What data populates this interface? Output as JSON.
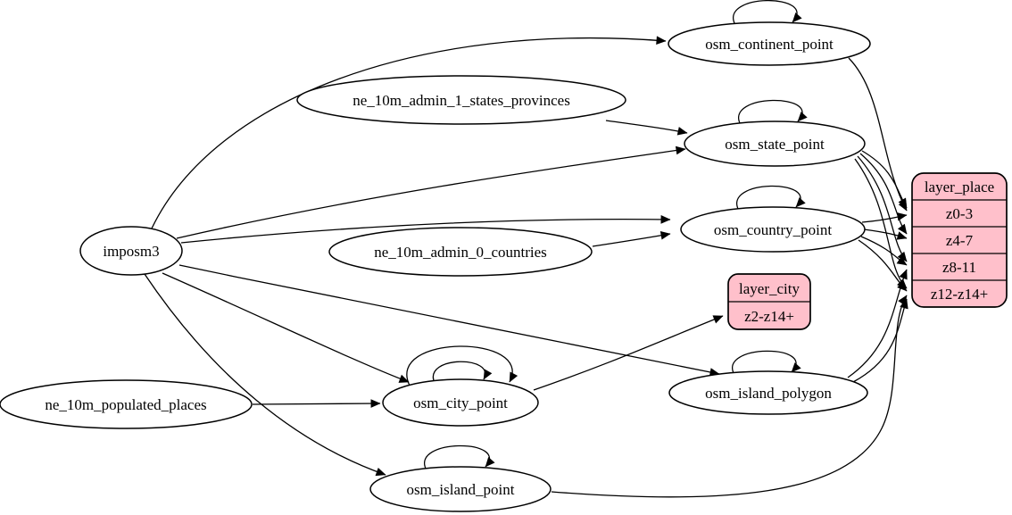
{
  "diagram": {
    "type": "etl-graph",
    "colors": {
      "background": "#ffffff",
      "table_fill": "#ffffff",
      "layer_fill": "#ffc0cb",
      "stroke": "#000000",
      "text": "#000000"
    },
    "nodes": {
      "imposm3": {
        "label": "imposm3",
        "shape": "ellipse"
      },
      "ne_10m_admin_1_states_provinces": {
        "label": "ne_10m_admin_1_states_provinces",
        "shape": "ellipse"
      },
      "ne_10m_admin_0_countries": {
        "label": "ne_10m_admin_0_countries",
        "shape": "ellipse"
      },
      "ne_10m_populated_places": {
        "label": "ne_10m_populated_places",
        "shape": "ellipse"
      },
      "osm_continent_point": {
        "label": "osm_continent_point",
        "shape": "ellipse"
      },
      "osm_state_point": {
        "label": "osm_state_point",
        "shape": "ellipse"
      },
      "osm_country_point": {
        "label": "osm_country_point",
        "shape": "ellipse"
      },
      "osm_city_point": {
        "label": "osm_city_point",
        "shape": "ellipse"
      },
      "osm_island_polygon": {
        "label": "osm_island_polygon",
        "shape": "ellipse"
      },
      "osm_island_point": {
        "label": "osm_island_point",
        "shape": "ellipse"
      }
    },
    "layers": {
      "layer_place": {
        "title": "layer_place",
        "rows": [
          "z0-3",
          "z4-7",
          "z8-11",
          "z12-z14+"
        ]
      },
      "layer_city": {
        "title": "layer_city",
        "rows": [
          "z2-z14+"
        ]
      }
    },
    "edges": [
      {
        "from": "imposm3",
        "to": "osm_continent_point"
      },
      {
        "from": "imposm3",
        "to": "osm_state_point"
      },
      {
        "from": "imposm3",
        "to": "osm_country_point"
      },
      {
        "from": "imposm3",
        "to": "osm_city_point"
      },
      {
        "from": "imposm3",
        "to": "osm_island_polygon"
      },
      {
        "from": "imposm3",
        "to": "osm_island_point"
      },
      {
        "from": "ne_10m_admin_1_states_provinces",
        "to": "osm_state_point"
      },
      {
        "from": "ne_10m_admin_0_countries",
        "to": "osm_country_point"
      },
      {
        "from": "ne_10m_populated_places",
        "to": "osm_city_point"
      },
      {
        "from": "osm_continent_point",
        "to": "osm_continent_point"
      },
      {
        "from": "osm_state_point",
        "to": "osm_state_point"
      },
      {
        "from": "osm_country_point",
        "to": "osm_country_point"
      },
      {
        "from": "osm_city_point",
        "to": "osm_city_point"
      },
      {
        "from": "osm_city_point",
        "to": "osm_city_point"
      },
      {
        "from": "osm_island_polygon",
        "to": "osm_island_polygon"
      },
      {
        "from": "osm_island_point",
        "to": "osm_island_point"
      },
      {
        "from": "osm_continent_point",
        "to": "layer_place:z0-3"
      },
      {
        "from": "osm_state_point",
        "to": "layer_place:z0-3"
      },
      {
        "from": "osm_state_point",
        "to": "layer_place:z4-7"
      },
      {
        "from": "osm_state_point",
        "to": "layer_place:z8-11"
      },
      {
        "from": "osm_state_point",
        "to": "layer_place:z12-z14+"
      },
      {
        "from": "osm_country_point",
        "to": "layer_place:z0-3"
      },
      {
        "from": "osm_country_point",
        "to": "layer_place:z4-7"
      },
      {
        "from": "osm_country_point",
        "to": "layer_place:z8-11"
      },
      {
        "from": "osm_country_point",
        "to": "layer_place:z12-z14+"
      },
      {
        "from": "osm_city_point",
        "to": "layer_city:z2-z14+"
      },
      {
        "from": "osm_island_polygon",
        "to": "layer_place:z8-11"
      },
      {
        "from": "osm_island_polygon",
        "to": "layer_place:z12-z14+"
      },
      {
        "from": "osm_island_point",
        "to": "layer_place:z12-z14+"
      }
    ]
  }
}
